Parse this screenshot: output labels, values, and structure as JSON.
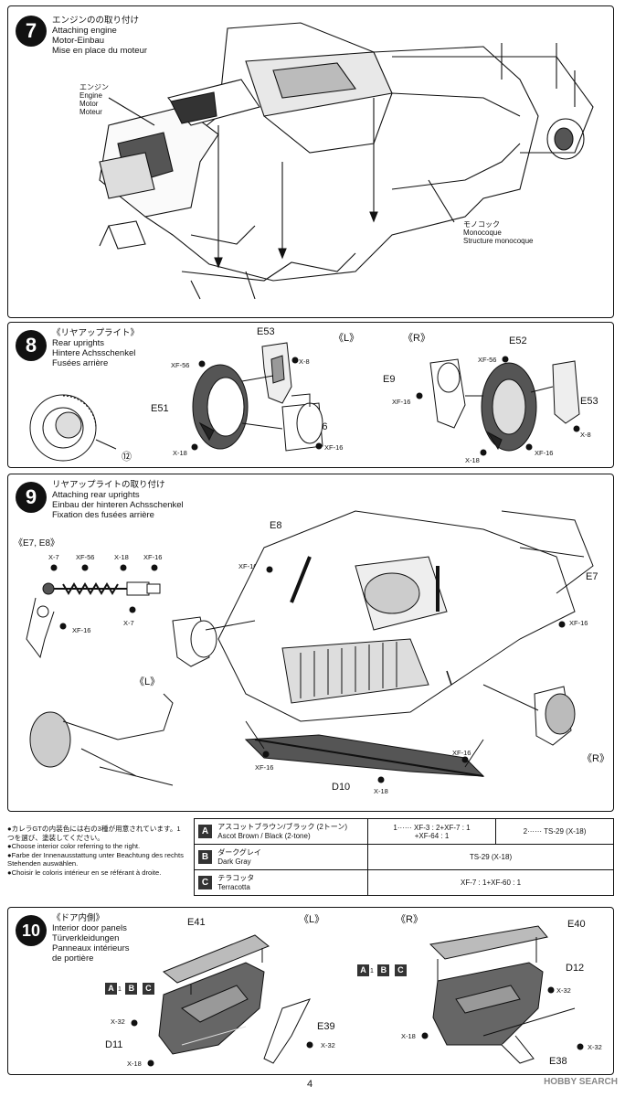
{
  "step7": {
    "number": "7",
    "title_jp": "エンジンのの取り付け",
    "title_en": "Attaching engine",
    "title_de": "Motor-Einbau",
    "title_fr": "Mise en place du moteur",
    "engine_jp": "エンジン",
    "engine_en": "Engine",
    "engine_de": "Motor",
    "engine_fr": "Moteur",
    "mono_jp": "モノコック",
    "mono_en": "Monocoque",
    "mono_fr": "Structure monocoque"
  },
  "step8": {
    "number": "8",
    "title_jp": "《リヤアップライト》",
    "title_en": "Rear uprights",
    "title_de": "Hintere Achsschenkel",
    "title_fr": "Fusées arrière",
    "side_l": "《L》",
    "side_r": "《R》",
    "parts": [
      "E53",
      "E51",
      "E6",
      "E52",
      "E9",
      "E53"
    ],
    "paints": [
      "X-8",
      "XF-56",
      "XF-16",
      "X-18",
      "XF-56",
      "XF-16",
      "XF-16",
      "X-18",
      "X-8"
    ],
    "ref": "⑫"
  },
  "step9": {
    "number": "9",
    "title_jp": "リヤアップライトの取り付け",
    "title_en": "Attaching rear uprights",
    "title_de": "Einbau der hinteren Achsschenkel",
    "title_fr": "Fixation des fusées arrière",
    "sub_e7e8": "《E7, E8》",
    "paint_x7": "X-7",
    "paint_xf56": "XF-56",
    "paint_x18": "X-18",
    "paint_xf16": "XF-16",
    "part_e8": "E8",
    "part_e7": "E7",
    "part_d10": "D10",
    "side_l": "《L》",
    "side_r": "《R》"
  },
  "notes": {
    "jp": "●カレラGTの内装色には右の3種が用意されています。1つを選び、塗装してください。",
    "en": "●Choose interior color referring to the right.",
    "de": "●Farbe der Innenausstattung unter Beachtung des rechts Stehenden auswählen.",
    "fr": "●Choisir le coloris intérieur en se référant à droite."
  },
  "colors": [
    {
      "key": "A",
      "name_jp": "アスコットブラウン/ブラック (2トーン)",
      "name_en": "Ascot Brown / Black (2-tone)",
      "recipe1_num": "1",
      "recipe1": "XF-3 : 2+XF-7 : 1",
      "recipe1b": "+XF-64 : 1",
      "recipe2_num": "2",
      "recipe2": "TS-29 (X-18)"
    },
    {
      "key": "B",
      "name_jp": "ダークグレイ",
      "name_en": "Dark Gray",
      "recipe": "TS-29 (X-18)"
    },
    {
      "key": "C",
      "name_jp": "テラコッタ",
      "name_en": "Terracotta",
      "recipe": "XF-7 : 1+XF-60 : 1"
    }
  ],
  "step10": {
    "number": "10",
    "title_jp": "《ドア内側》",
    "title_en": "Interior door panels",
    "title_de": "Türverkleidungen",
    "title_fr": "Panneaux intérieurs",
    "title_fr2": "de portière",
    "side_l": "《L》",
    "side_r": "《R》",
    "parts_l": [
      "E41",
      "D11",
      "E39"
    ],
    "parts_r": [
      "E40",
      "D12",
      "E38"
    ],
    "codes": [
      "A",
      "1",
      "B",
      "C"
    ]
  },
  "page": "4",
  "watermark": "HOBBY SEARCH"
}
